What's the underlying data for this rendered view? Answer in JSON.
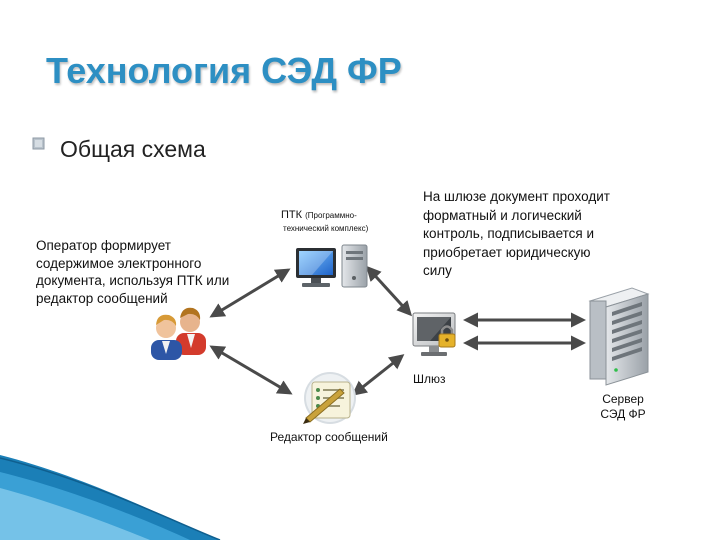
{
  "title": "Технология СЭД ФР",
  "subtitle": "Общая схема",
  "operator_text": "Оператор формирует содержимое электронного документа, используя ПТК или редактор сообщений",
  "ptk_label": "ПТК",
  "ptk_note_line1": "(Программно-",
  "ptk_note_line2": "технический комплекс)",
  "gateway_text": "На шлюзе документ проходит форматный и логический контроль, подписывается и приобретает юридическую силу",
  "gateway_label": "Шлюз",
  "editor_label": "Редактор сообщений",
  "server_label_line1": "Сервер",
  "server_label_line2": "СЭД ФР",
  "icons": [
    "bullet-icon",
    "users-icon",
    "computer-icon",
    "editor-icon",
    "gateway-lock-icon",
    "server-icon"
  ],
  "colors": {
    "title": "#2d8fc3",
    "accent": "#1b7fb7",
    "arrow": "#4a4a4a"
  }
}
